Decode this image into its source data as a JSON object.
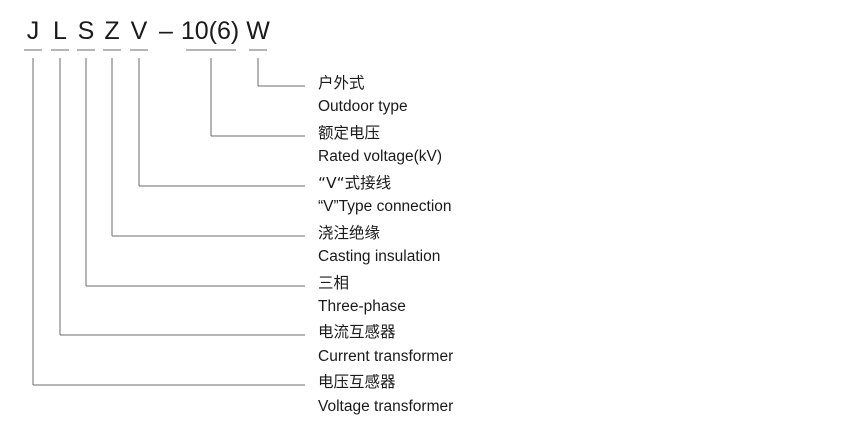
{
  "code": {
    "J": "J",
    "L": "L",
    "S": "S",
    "Z": "Z",
    "V": "V",
    "dash": "–",
    "voltage": "10(6)",
    "W": "W"
  },
  "items": [
    {
      "zh": "户外式",
      "en": "Outdoor type"
    },
    {
      "zh": "额定电压",
      "en": "Rated voltage(kV)"
    },
    {
      "zh": "“V“式接线",
      "en": "“V”Type connection"
    },
    {
      "zh": "浇注绝缘",
      "en": "Casting insulation"
    },
    {
      "zh": "三相",
      "en": "Three-phase"
    },
    {
      "zh": "电流互感器",
      "en": "Current  transformer"
    },
    {
      "zh": "电压互感器",
      "en": "Voltage  transformer"
    }
  ]
}
